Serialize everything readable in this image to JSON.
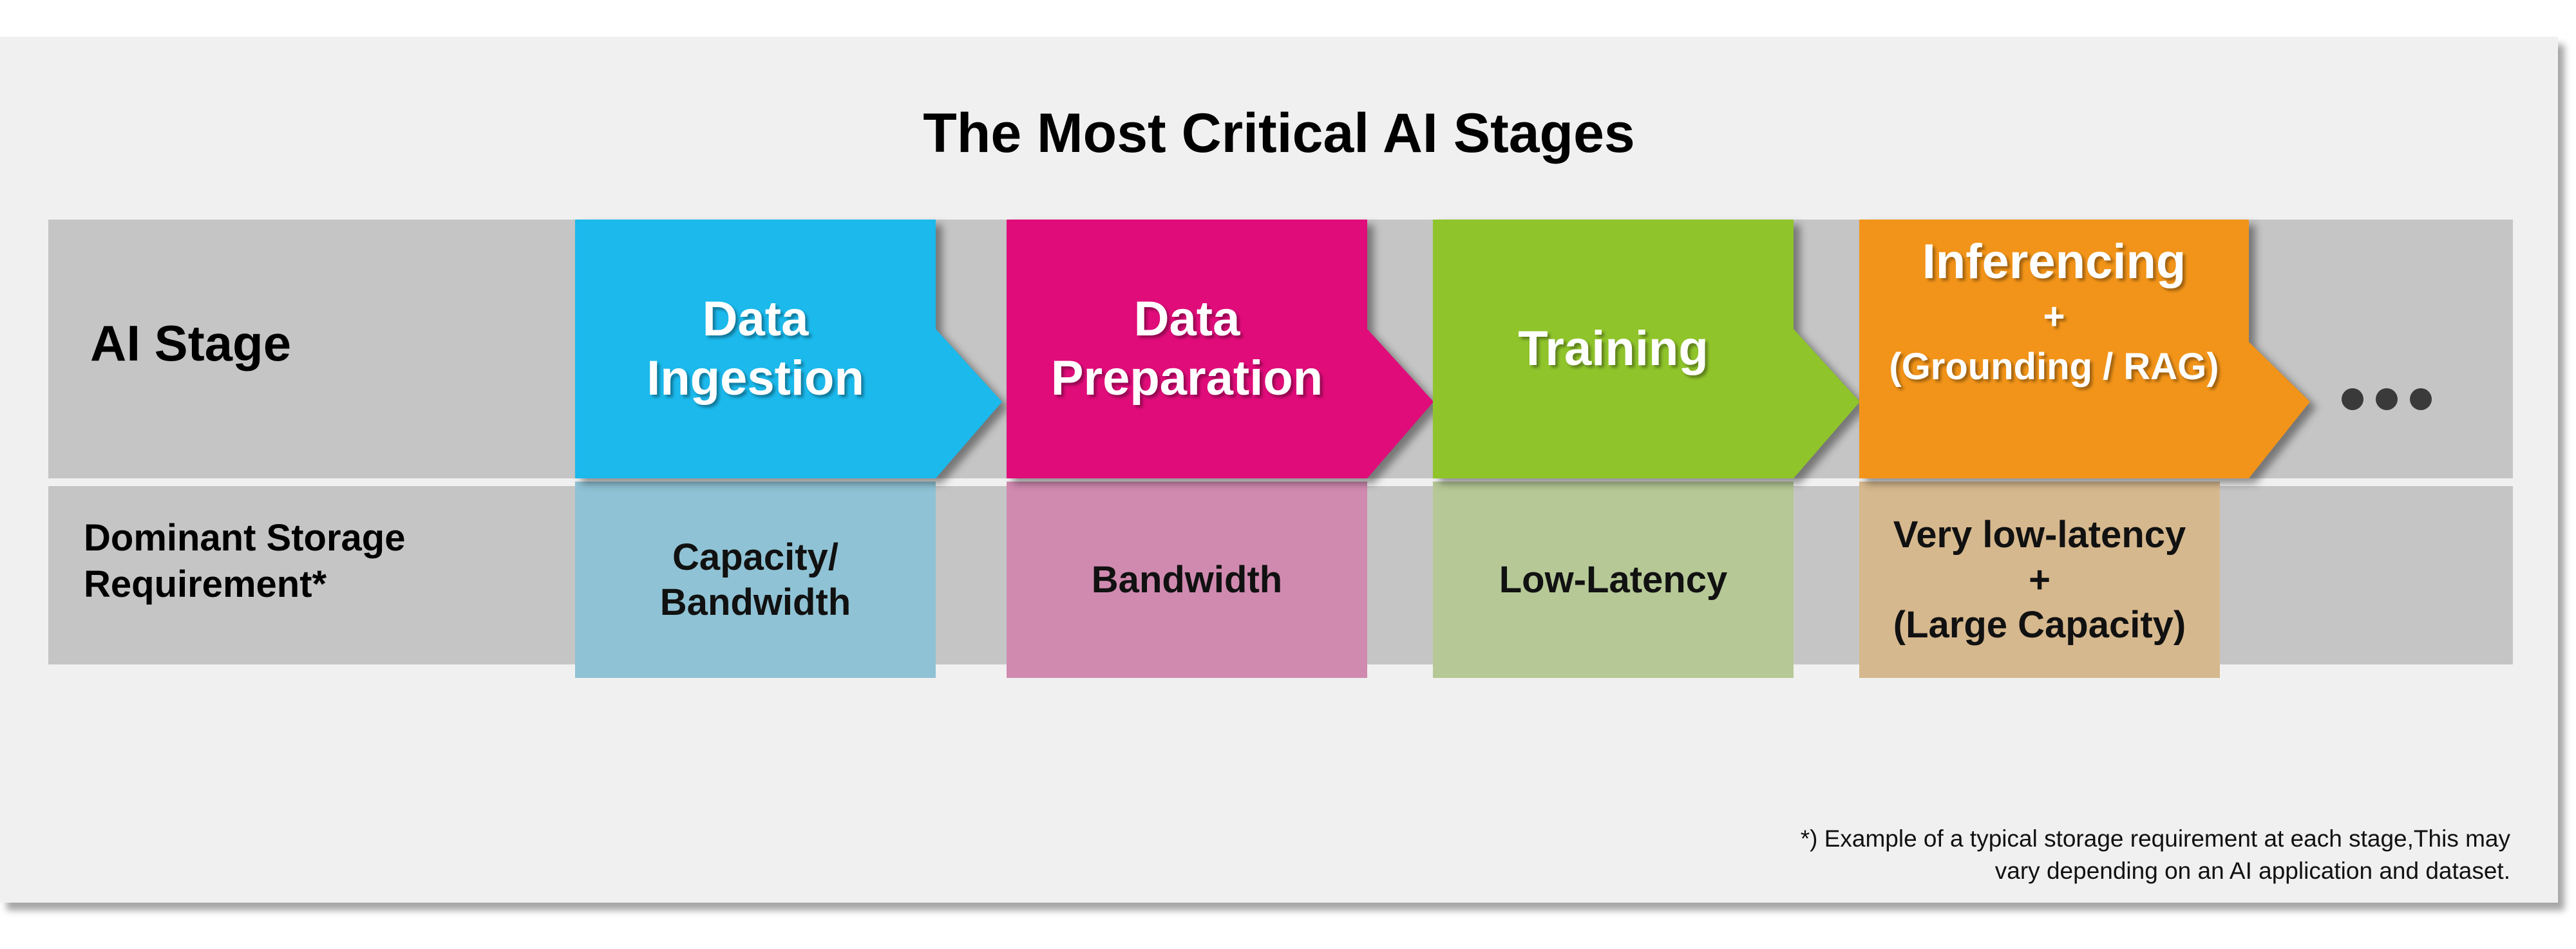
{
  "title": "The Most Critical AI Stages",
  "row_labels": {
    "stage": "AI Stage",
    "storage_line1": "Dominant Storage",
    "storage_line2": "Requirement*"
  },
  "stages": [
    {
      "lines": [
        "Data",
        "Ingestion"
      ],
      "color": "#1bb9ec",
      "requirement": [
        "Capacity/",
        "Bandwidth"
      ],
      "req_color": "#8fc2d4"
    },
    {
      "lines": [
        "Data",
        "Preparation"
      ],
      "color": "#e00c7a",
      "requirement": [
        "Bandwidth"
      ],
      "req_color": "#d08ab0"
    },
    {
      "lines": [
        "Training"
      ],
      "color": "#8fc42b",
      "requirement": [
        "Low-Latency"
      ],
      "req_color": "#b5c896"
    },
    {
      "lines": [
        "Inferencing",
        "+",
        "(Grounding / RAG)"
      ],
      "color": "#f29419",
      "requirement": [
        "Very low-latency",
        "+",
        "(Large Capacity)"
      ],
      "req_color": "#d6b88e"
    }
  ],
  "continuation": "more-stages-ellipsis",
  "footnote_line1": "*) Example of a typical storage requirement at each stage,This may",
  "footnote_line2": "vary depending on an AI application and dataset.",
  "colors": {
    "panel": "#f0f0f0",
    "row": "#c5c5c5",
    "dots": "#3a3a3a"
  }
}
